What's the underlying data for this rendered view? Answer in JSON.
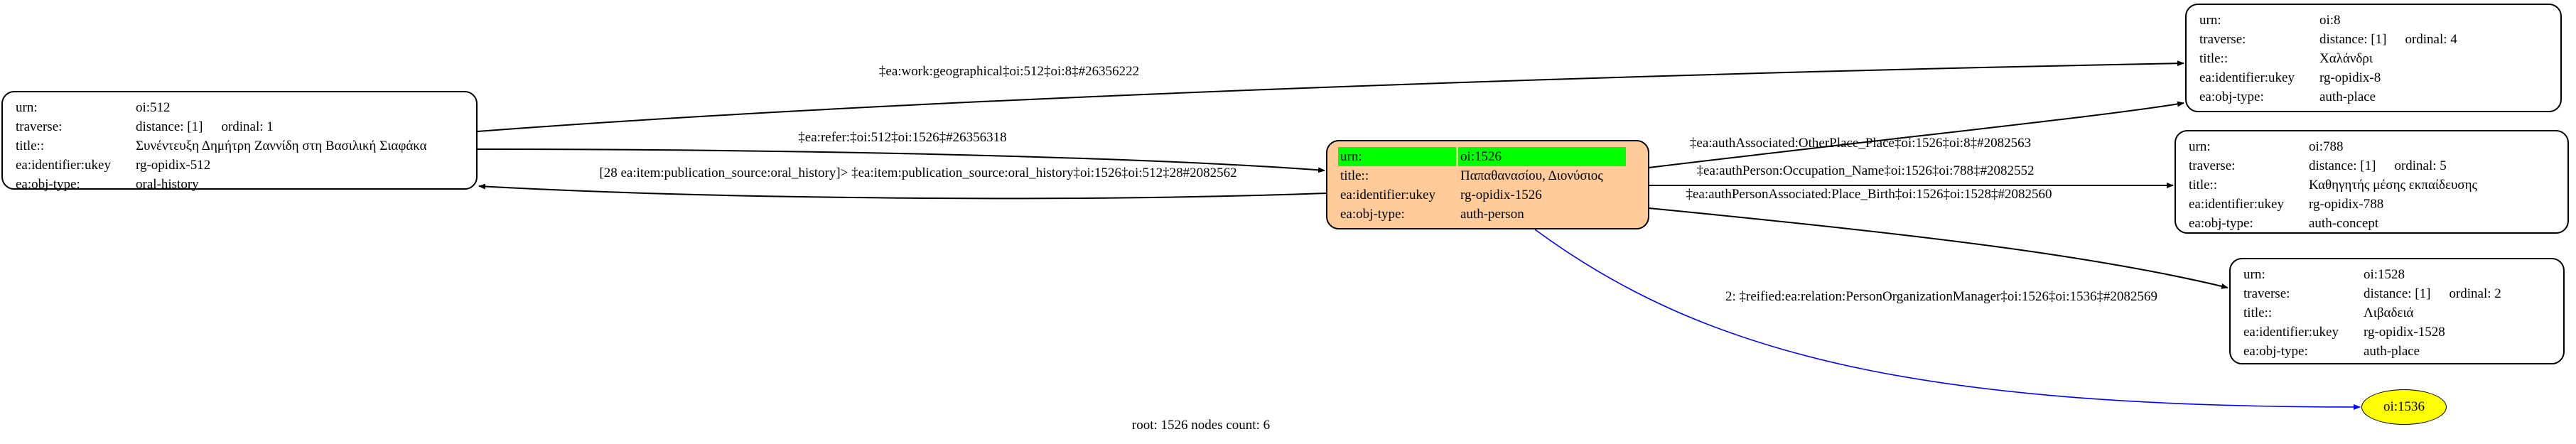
{
  "nodes": {
    "n512": {
      "urn_key": "urn:",
      "urn": "oi:512",
      "traverse_key": "traverse:",
      "distance": "distance: [1]",
      "ordinal": "ordinal: 1",
      "title_key": "title::",
      "title": "Συνέντευξη Δημήτρη Ζαννίδη στη Βασιλική Σιαφάκα",
      "ukey_key": "ea:identifier:ukey",
      "ukey": "rg-opidix-512",
      "type_key": "ea:obj-type:",
      "type": "oral-history"
    },
    "n1526": {
      "urn_key": "urn:",
      "urn": "oi:1526",
      "title_key": "title::",
      "title": "Παπαθανασίου, Διονύσιος",
      "ukey_key": "ea:identifier:ukey",
      "ukey": "rg-opidix-1526",
      "type_key": "ea:obj-type:",
      "type": "auth-person"
    },
    "n8": {
      "urn_key": "urn:",
      "urn": "oi:8",
      "traverse_key": "traverse:",
      "distance": "distance: [1]",
      "ordinal": "ordinal: 4",
      "title_key": "title::",
      "title": "Χαλάνδρι",
      "ukey_key": "ea:identifier:ukey",
      "ukey": "rg-opidix-8",
      "type_key": "ea:obj-type:",
      "type": "auth-place"
    },
    "n788": {
      "urn_key": "urn:",
      "urn": "oi:788",
      "traverse_key": "traverse:",
      "distance": "distance: [1]",
      "ordinal": "ordinal: 5",
      "title_key": "title::",
      "title": "Καθηγητής μέσης εκπαίδευσης",
      "ukey_key": "ea:identifier:ukey",
      "ukey": "rg-opidix-788",
      "type_key": "ea:obj-type:",
      "type": "auth-concept"
    },
    "n1528": {
      "urn_key": "urn:",
      "urn": "oi:1528",
      "traverse_key": "traverse:",
      "distance": "distance: [1]",
      "ordinal": "ordinal: 2",
      "title_key": "title::",
      "title": "Λιβαδειά",
      "ukey_key": "ea:identifier:ukey",
      "ukey": "rg-opidix-1528",
      "type_key": "ea:obj-type:",
      "type": "auth-place"
    },
    "n1536": {
      "label": "oi:1536"
    }
  },
  "edges": {
    "e512_8": "‡ea:work:geographical‡oi:512‡oi:8‡#26356222",
    "e512_1526": "‡ea:refer:‡oi:512‡oi:1526‡#26356318",
    "e1526_512": "[28 ea:item:publication_source:oral_history]> ‡ea:item:publication_source:oral_history‡oi:1526‡oi:512‡28#2082562",
    "e1526_8": "‡ea:authAssociated:OtherPlace_Place‡oi:1526‡oi:8‡#2082563",
    "e1526_788": "‡ea:authPerson:Occupation_Name‡oi:1526‡oi:788‡#2082552",
    "e1526_1528": "‡ea:authPersonAssociated:Place_Birth‡oi:1526‡oi:1528‡#2082560",
    "e1526_1536": "2: ‡reified:ea:relation:PersonOrganizationManager‡oi:1526‡oi:1536‡#2082569"
  },
  "colors": {
    "root_fill": "#ffcc99",
    "highlight": "#00ff00",
    "leaf_fill": "#ffff00",
    "reified_edge": "#0000ff"
  },
  "footer": "root: 1526 nodes count: 6"
}
